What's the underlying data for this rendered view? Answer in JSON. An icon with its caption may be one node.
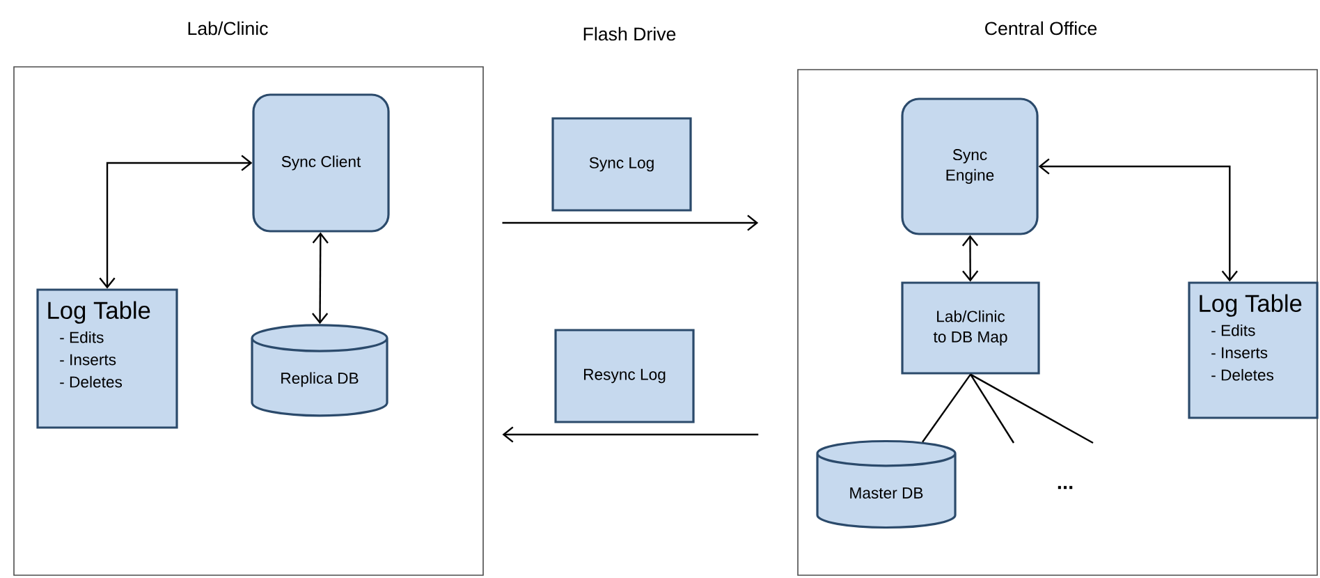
{
  "diagram": {
    "nodes": [
      {
        "text": [
          "Lab/Clinic"
        ]
      },
      {
        "text": [
          "Log Table",
          "- Edits",
          "- Inserts",
          "- Deletes"
        ],
        "in": 0
      },
      {
        "text": [
          "Sync Client"
        ],
        "in": 0
      },
      {
        "text": [
          "Replica DB"
        ],
        "in": 0
      },
      {
        "text": [
          "Sync Log"
        ]
      },
      {
        "text": [
          "Resync Log"
        ]
      },
      {
        "text": [
          "Central Office"
        ]
      },
      {
        "text": [
          "Sync Engine"
        ],
        "in": 6
      },
      {
        "text": [
          "Lab/Clinic to DB Map"
        ],
        "in": 6
      },
      {
        "text": [
          "Log Table",
          "- Edits",
          "- Inserts",
          "- Deletes"
        ],
        "in": 6
      },
      {
        "text": [
          "Master DB"
        ],
        "in": 6
      }
    ],
    "edges": [
      {
        "from": 1,
        "to": 2,
        "arrow": "both"
      },
      {
        "from": 2,
        "to": 3,
        "arrow": "both"
      },
      {
        "from": 0,
        "to": 6,
        "arrow": "to"
      },
      {
        "from": 6,
        "to": 0,
        "arrow": "to"
      },
      {
        "from": 7,
        "to": 8,
        "arrow": "both"
      },
      {
        "from": 7,
        "to": 9,
        "arrow": "both"
      },
      {
        "from": 8,
        "to": 10,
        "arrow": "none"
      },
      {
        "from": 8,
        "to": null,
        "arrow": "none"
      },
      {
        "from": 8,
        "to": null,
        "arrow": "none"
      }
    ],
    "labels": [
      "Flash Drive",
      "..."
    ]
  }
}
